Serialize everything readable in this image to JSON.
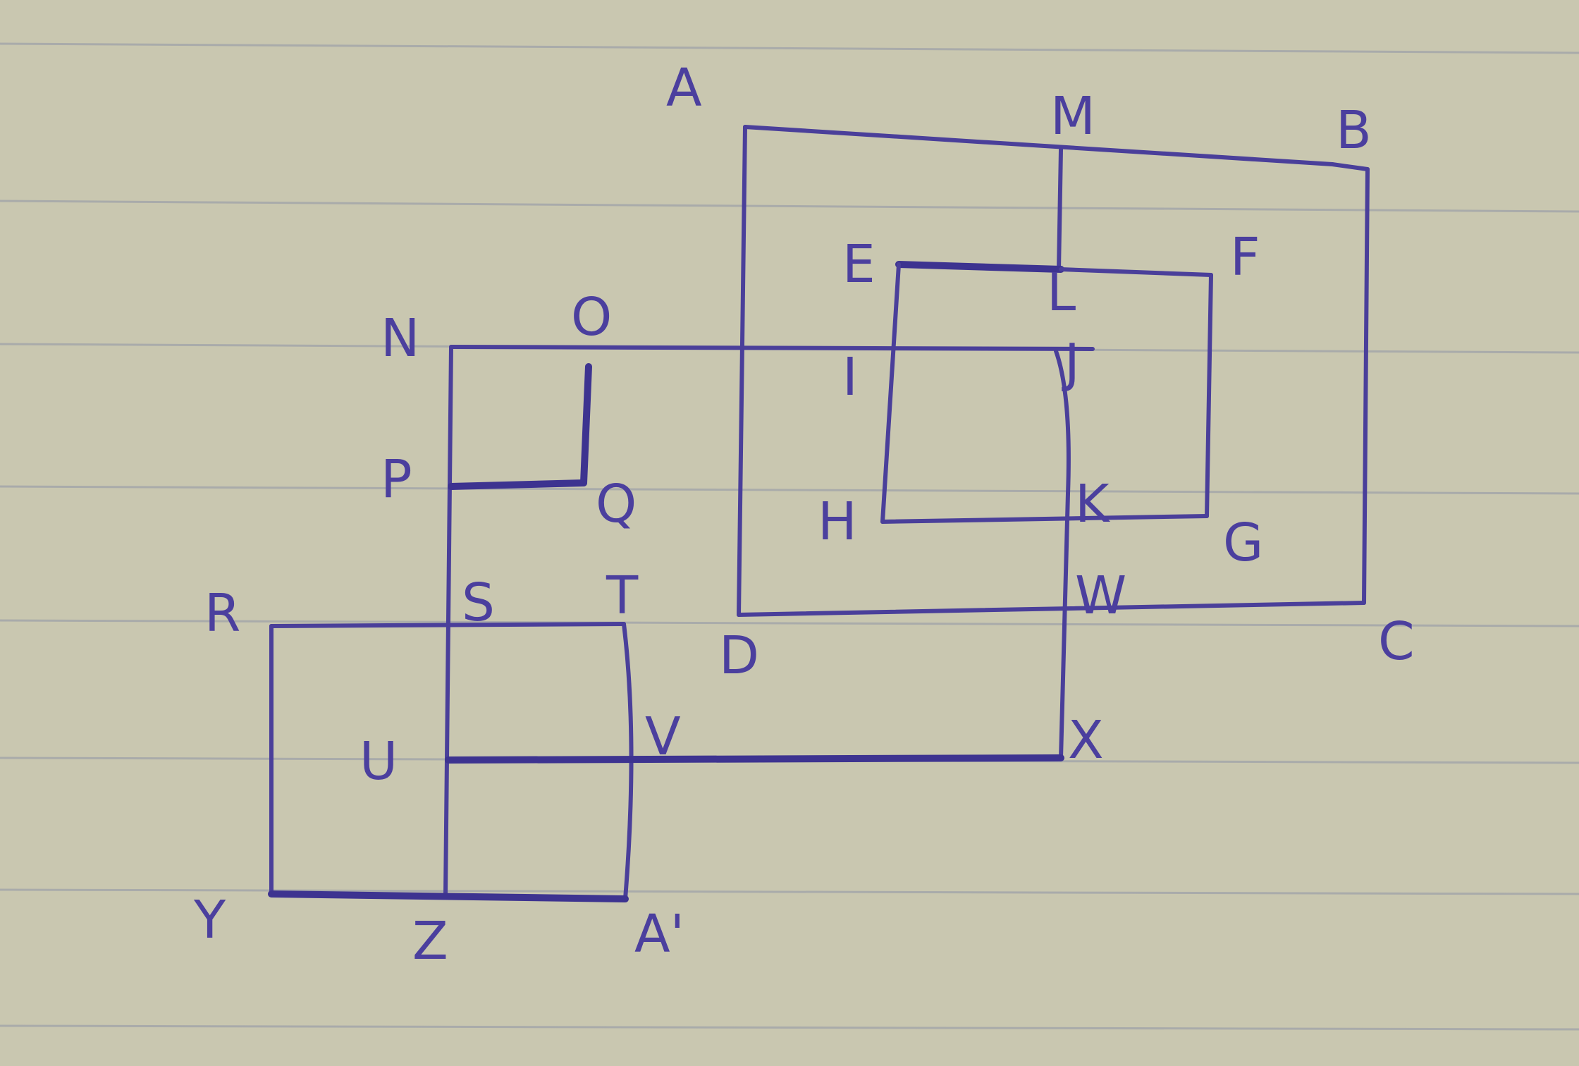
{
  "diagram": {
    "labels": {
      "A": "A",
      "B": "B",
      "C": "C",
      "D": "D",
      "E": "E",
      "F": "F",
      "G": "G",
      "H": "H",
      "I": "I",
      "J": "J",
      "K": "K",
      "L": "L",
      "M": "M",
      "N": "N",
      "O": "O",
      "P": "P",
      "Q": "Q",
      "R": "R",
      "S": "S",
      "T": "T",
      "U": "U",
      "V": "V",
      "W": "W",
      "X": "X",
      "Y": "Y",
      "Z": "Z",
      "A2": "A'"
    },
    "ink_color": "#4a3f9a",
    "paper_color": "#c9c7b0"
  }
}
